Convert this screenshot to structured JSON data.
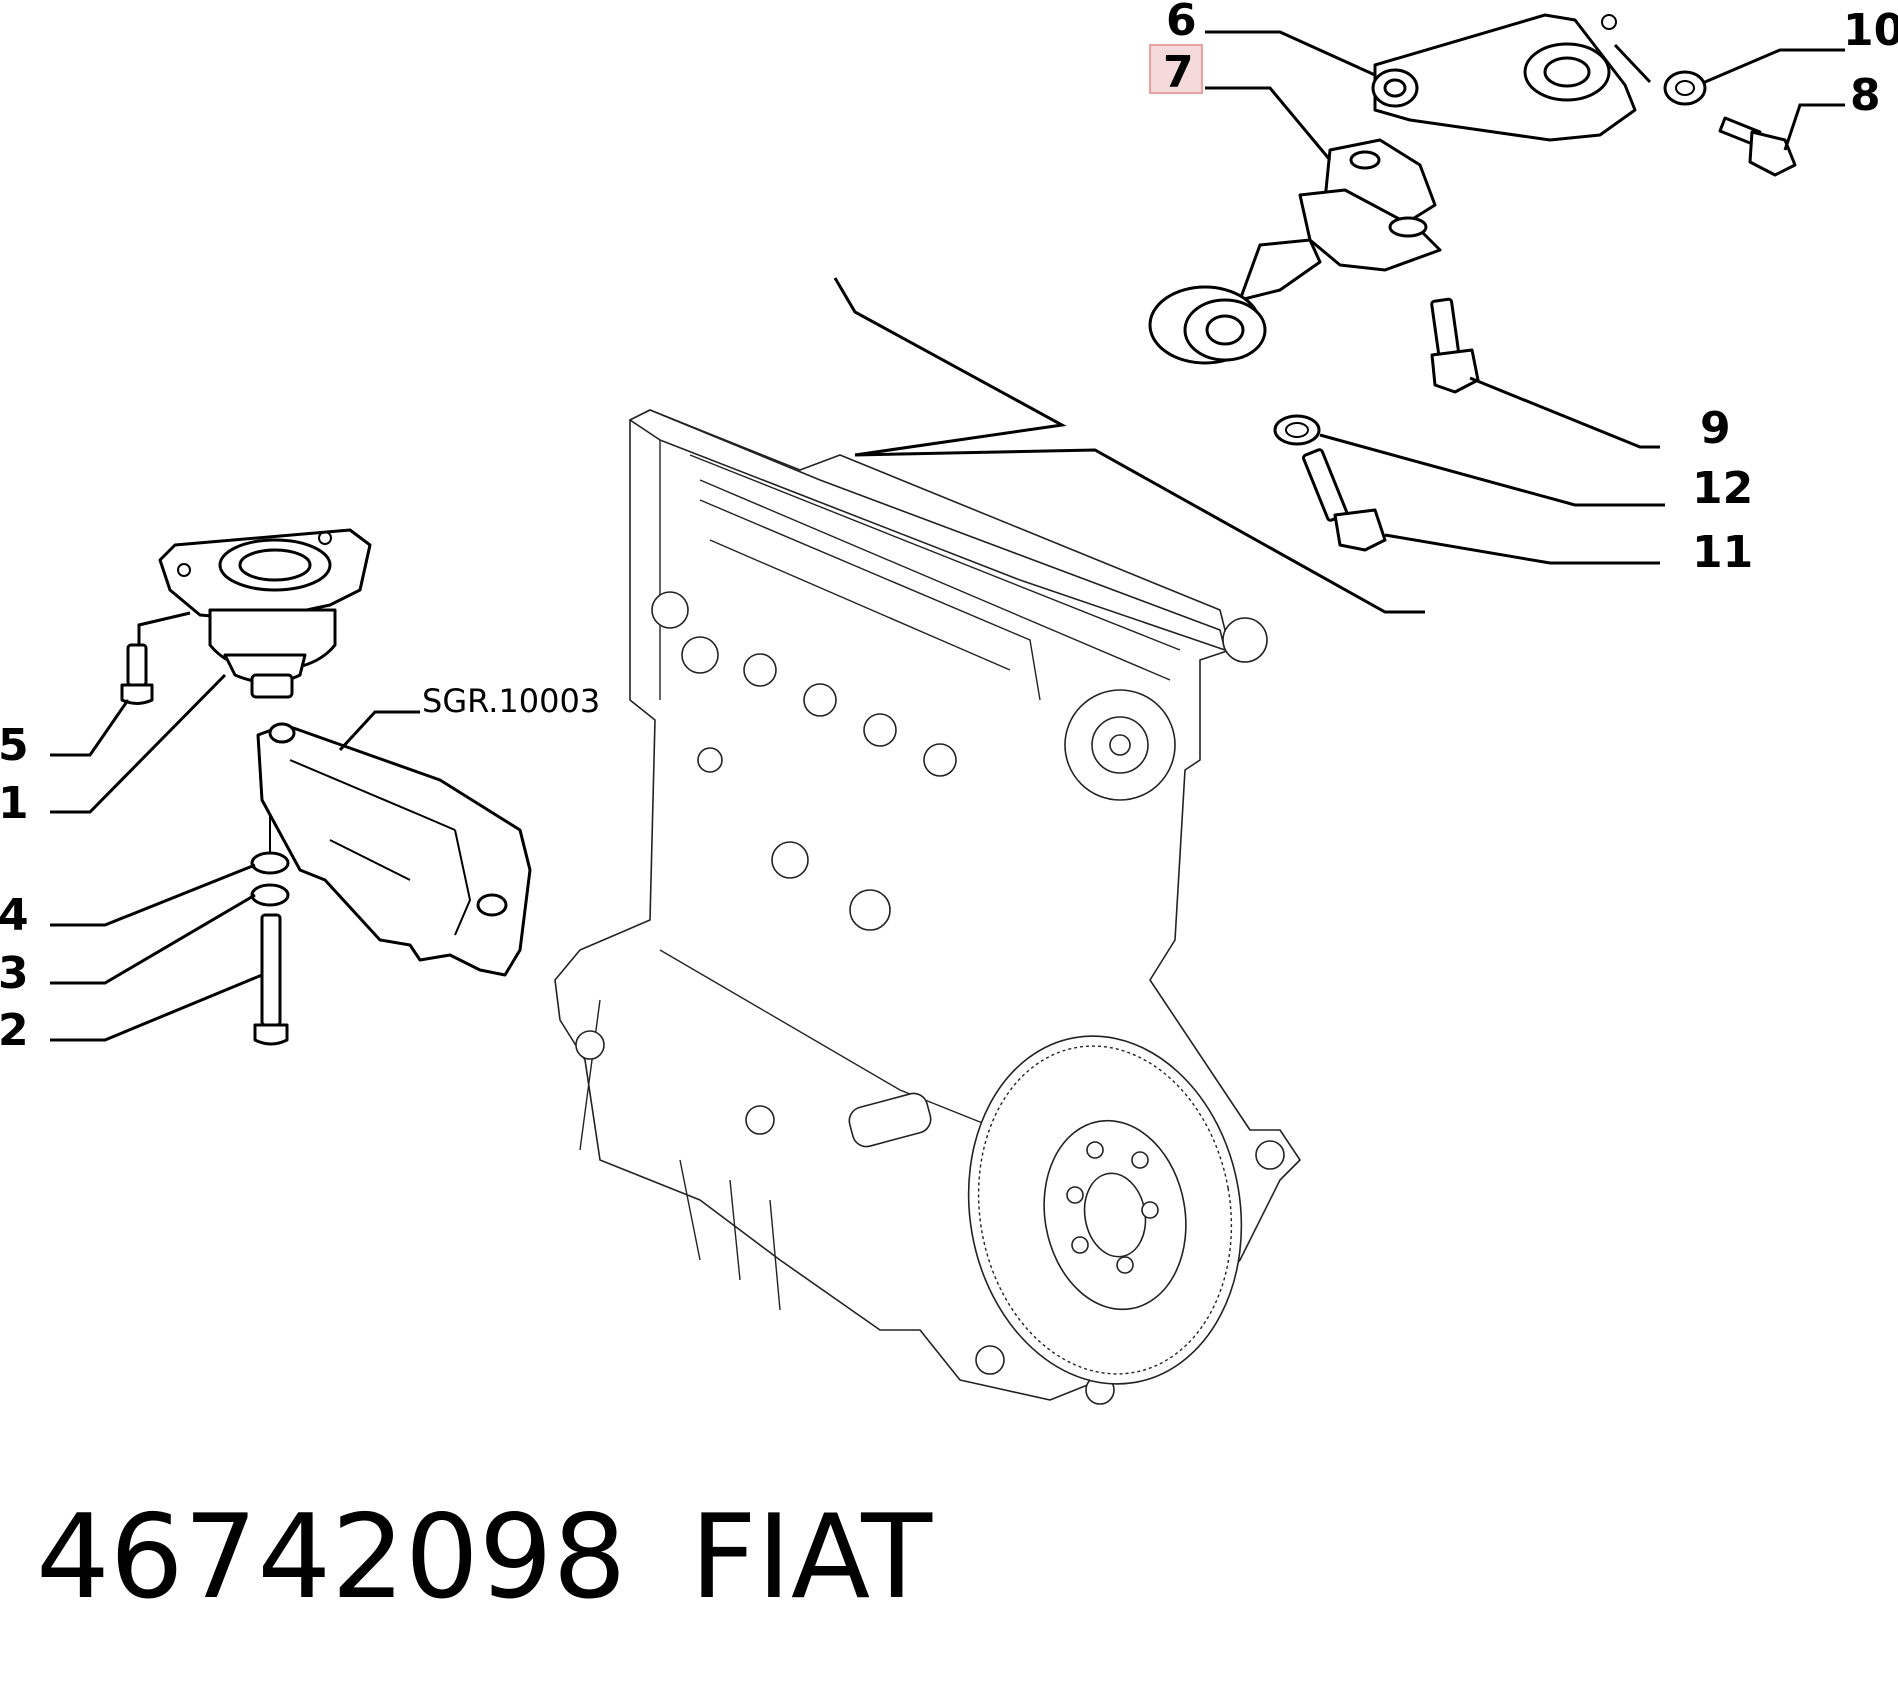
{
  "callouts": {
    "c1": "1",
    "c2": "2",
    "c3": "3",
    "c4": "4",
    "c5": "5",
    "c6": "6",
    "c7": "7",
    "c8": "8",
    "c9": "9",
    "c10": "10",
    "c11": "11",
    "c12": "12"
  },
  "highlighted_callout": "7",
  "highlight_color": "#e8a0a0",
  "reference_label": "SGR.10003",
  "caption": {
    "part_number": "46742098",
    "brand": "FIAT"
  }
}
